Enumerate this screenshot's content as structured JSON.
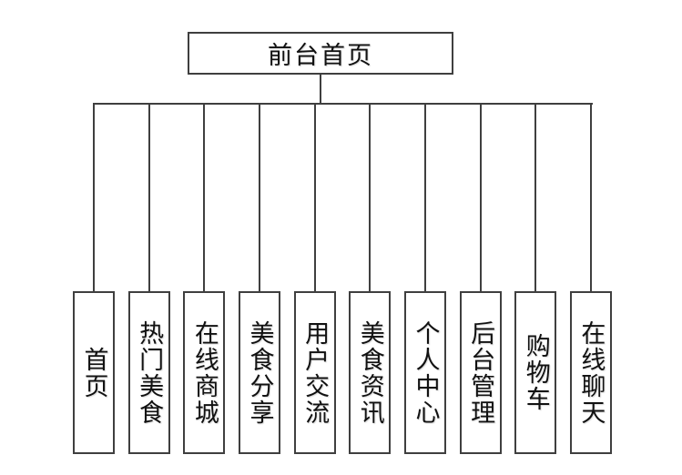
{
  "diagram": {
    "type": "tree",
    "root": {
      "label": "前台首页"
    },
    "children": [
      {
        "label": "首页"
      },
      {
        "label": "热门美食"
      },
      {
        "label": "在线商城"
      },
      {
        "label": "美食分享"
      },
      {
        "label": "用户交流"
      },
      {
        "label": "美食资讯"
      },
      {
        "label": "个人中心"
      },
      {
        "label": "后台管理"
      },
      {
        "label": "购物车"
      },
      {
        "label": "在线聊天"
      }
    ],
    "colors": {
      "line": "#3f3f3f",
      "box_border": "#3f3f3f",
      "text": "#111111",
      "background": "#ffffff"
    }
  }
}
